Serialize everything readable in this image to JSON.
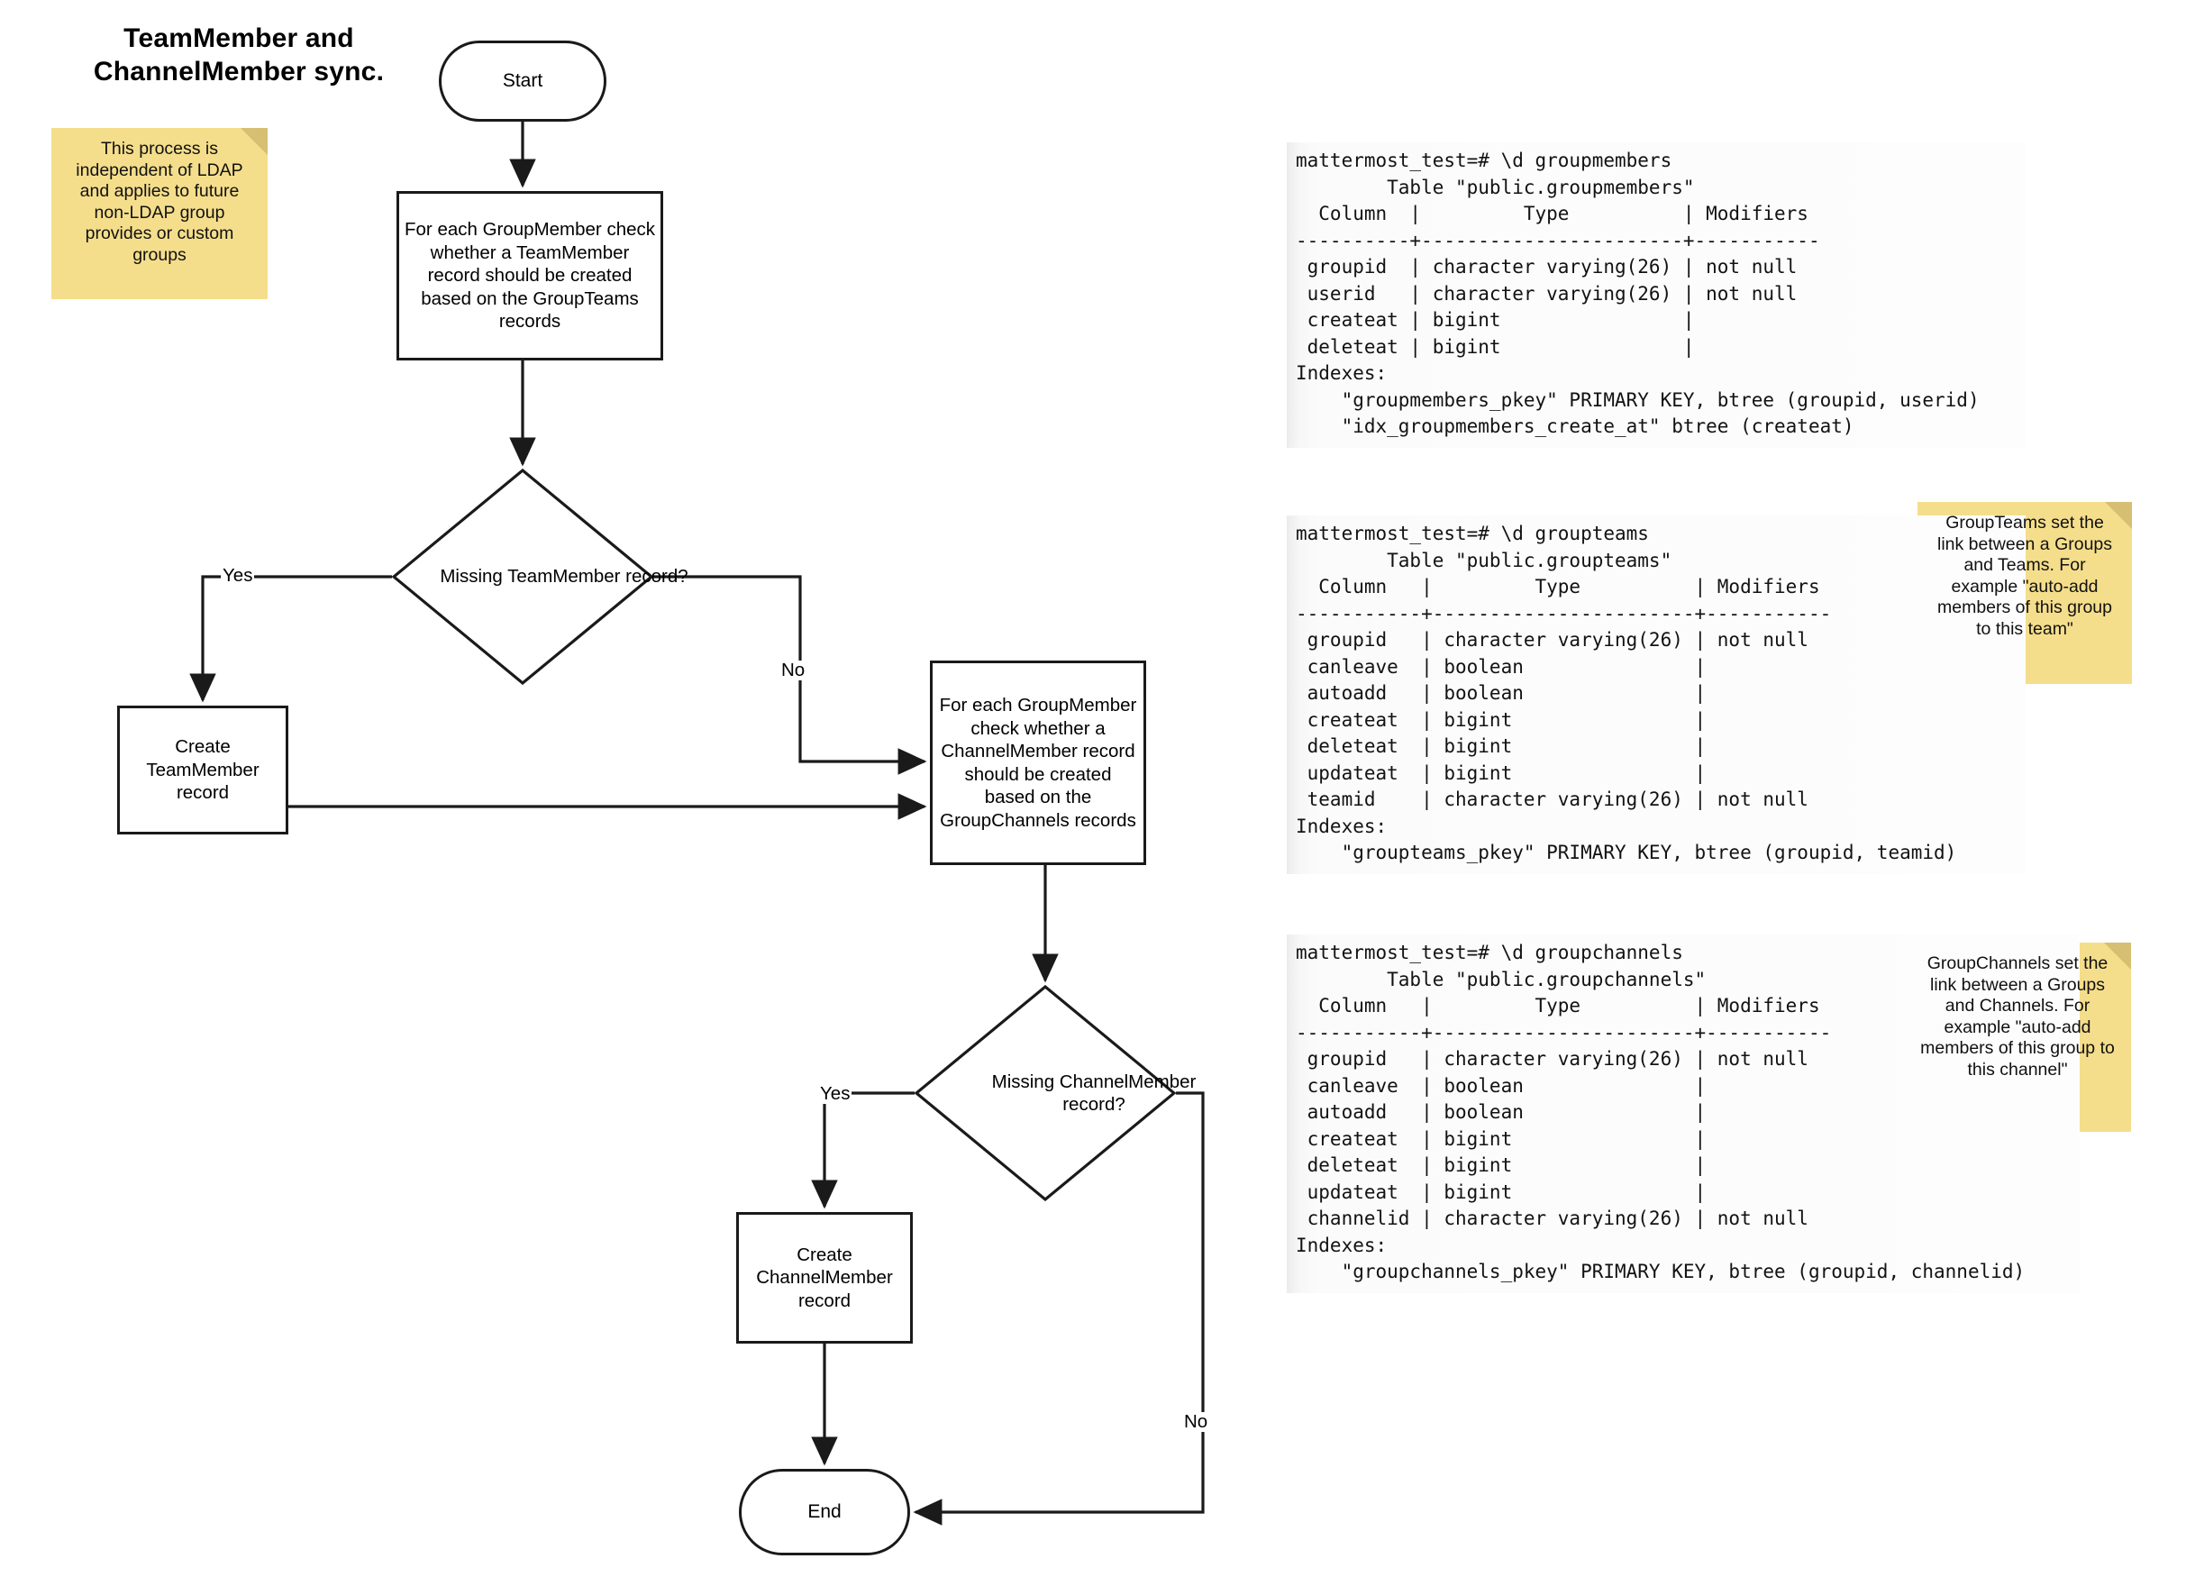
{
  "diagram": {
    "title_line1": "TeamMember and",
    "title_line2": "ChannelMember sync.",
    "nodes": {
      "start": "Start",
      "process_teammember": "For each GroupMember check whether a TeamMember record should be created based on the GroupTeams records",
      "decision_teammember": "Missing TeamMember record?",
      "create_teammember": "Create TeamMember record",
      "process_channelmember": "For each GroupMember check whether a ChannelMember record should be created based on the GroupChannels records",
      "decision_channelmember": "Missing ChannelMember record?",
      "create_channelmember": "Create ChannelMember record",
      "end": "End"
    },
    "edge_labels": {
      "teammember_yes": "Yes",
      "teammember_no": "No",
      "channelmember_yes": "Yes",
      "channelmember_no": "No"
    }
  },
  "notes": {
    "ldap": "This process is independent of LDAP and applies to future non-LDAP group provides or custom groups",
    "groupteams": "GroupTeams set the link between a Groups and Teams. For example \"auto-add members of this group to this team\"",
    "groupchannels": "GroupChannels set the link between a Groups and Channels. For example \"auto-add members of this group to this channel\""
  },
  "terminals": {
    "groupmembers": "mattermost_test=# \\d groupmembers\n        Table \"public.groupmembers\"\n  Column  |         Type          | Modifiers\n----------+-----------------------+-----------\n groupid  | character varying(26) | not null\n userid   | character varying(26) | not null\n createat | bigint                |\n deleteat | bigint                |\nIndexes:\n    \"groupmembers_pkey\" PRIMARY KEY, btree (groupid, userid)\n    \"idx_groupmembers_create_at\" btree (createat)",
    "groupteams": "mattermost_test=# \\d groupteams\n        Table \"public.groupteams\"\n  Column   |         Type          | Modifiers\n-----------+-----------------------+-----------\n groupid   | character varying(26) | not null\n canleave  | boolean               |\n autoadd   | boolean               |\n createat  | bigint                |\n deleteat  | bigint                |\n updateat  | bigint                |\n teamid    | character varying(26) | not null\nIndexes:\n    \"groupteams_pkey\" PRIMARY KEY, btree (groupid, teamid)",
    "groupchannels": "mattermost_test=# \\d groupchannels\n        Table \"public.groupchannels\"\n  Column   |         Type          | Modifiers\n-----------+-----------------------+-----------\n groupid   | character varying(26) | not null\n canleave  | boolean               |\n autoadd   | boolean               |\n createat  | bigint                |\n deleteat  | bigint                |\n updateat  | bigint                |\n channelid | character varying(26) | not null\nIndexes:\n    \"groupchannels_pkey\" PRIMARY KEY, btree (groupid, channelid)"
  },
  "colors": {
    "sticky_bg": "#f5de8b",
    "sticky_fold": "#d6bf73",
    "stroke": "#1a1a1a",
    "terminal_bg": "#fafafa"
  }
}
